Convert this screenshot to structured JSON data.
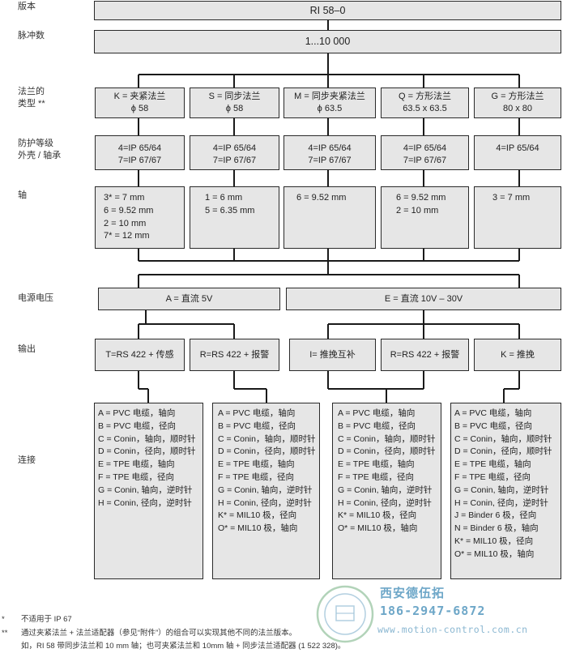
{
  "labels": {
    "version": "版本",
    "pulses": "脉冲数",
    "flange": "法兰的\n类型 **",
    "protection": "防护等级\n外壳 / 轴承",
    "shaft": "轴",
    "voltage": "电源电压",
    "output": "输出",
    "connection": "连接"
  },
  "version_box": "RI 58–0",
  "pulses_box": "1...10 000",
  "flanges": [
    "K = 夹紧法兰\nϕ 58",
    "S = 同步法兰\nϕ 58",
    "M = 同步夹紧法兰\nϕ 63.5",
    "Q = 方形法兰\n63.5 x 63.5",
    "G = 方形法兰\n80 x 80"
  ],
  "protections": [
    "4=IP 65/64\n7=IP 67/67",
    "4=IP 65/64\n7=IP 67/67",
    "4=IP 65/64\n7=IP 67/67",
    "4=IP 65/64\n7=IP 67/67",
    "4=IP 65/64"
  ],
  "shafts": [
    "3* = 7 mm\n6 = 9.52 mm\n2 = 10 mm\n7* = 12 mm",
    "1 = 6 mm\n5 = 6.35 mm",
    "6 = 9.52 mm",
    "6 = 9.52 mm\n2 = 10 mm",
    "3 = 7 mm"
  ],
  "voltages": [
    "A = 直流 5V",
    "E = 直流 10V – 30V"
  ],
  "outputs": [
    "T=RS 422 + 传感",
    "R=RS 422 + 报警",
    "I= 推挽互补",
    "R=RS 422 + 报警",
    "K = 推挽"
  ],
  "connections": [
    "A = PVC 电缆，轴向\nB = PVC 电缆，径向\nC = Conin，轴向，顺时针\nD = Conin，径向，顺时针\nE = TPE 电缆，轴向\nF = TPE 电缆，径向\nG = Conin, 轴向，逆时针\nH = Conin, 径向，逆时针",
    "A = PVC 电缆，轴向\nB = PVC 电缆，径向\nC = Conin，轴向，顺时针\nD = Conin，径向，顺时针\nE = TPE 电缆，轴向\nF = TPE 电缆，径向\nG = Conin, 轴向，逆时针\nH = Conin, 径向，逆时针\nK* = MIL10 极，径向\nO* = MIL10 极，轴向",
    "A = PVC 电缆，轴向\nB = PVC 电缆，径向\nC = Conin，轴向，顺时针\nD = Conin，径向，顺时针\nE = TPE 电缆，轴向\nF = TPE 电缆，径向\nG = Conin, 轴向，逆时针\nH = Conin, 径向，逆时针\nK* = MIL10 极，径向\nO* = MIL10 极，轴向",
    "A = PVC 电缆，轴向\nB = PVC 电缆，径向\nC = Conin，轴向，顺时针\nD = Conin，径向，顺时针\nE = TPE 电缆，轴向\nF = TPE 电缆，径向\nG = Conin, 轴向，逆时针\nH = Conin, 径向，逆时针\nJ = Binder 6 极，径向\nN = Binder 6 极，轴向\nK* = MIL10 极，径向\nO* = MIL10 极，轴向"
  ],
  "footnotes": {
    "mark1": "*",
    "note1": "不适用于 IP 67",
    "mark2": "**",
    "note2": "通过夹紧法兰 + 法兰适配器（参见“附件”）的组合可以实现其他不同的法兰版本。",
    "note3": "如，RI 58 带同步法兰和 10 mm 轴；也可夹紧法兰和 10mm 轴 + 同步法兰适配器 (1 522 328)。"
  },
  "watermark": {
    "company": "西安德伍拓",
    "phone": "186-2947-6872",
    "url": "www.motion-control.com.cn"
  }
}
